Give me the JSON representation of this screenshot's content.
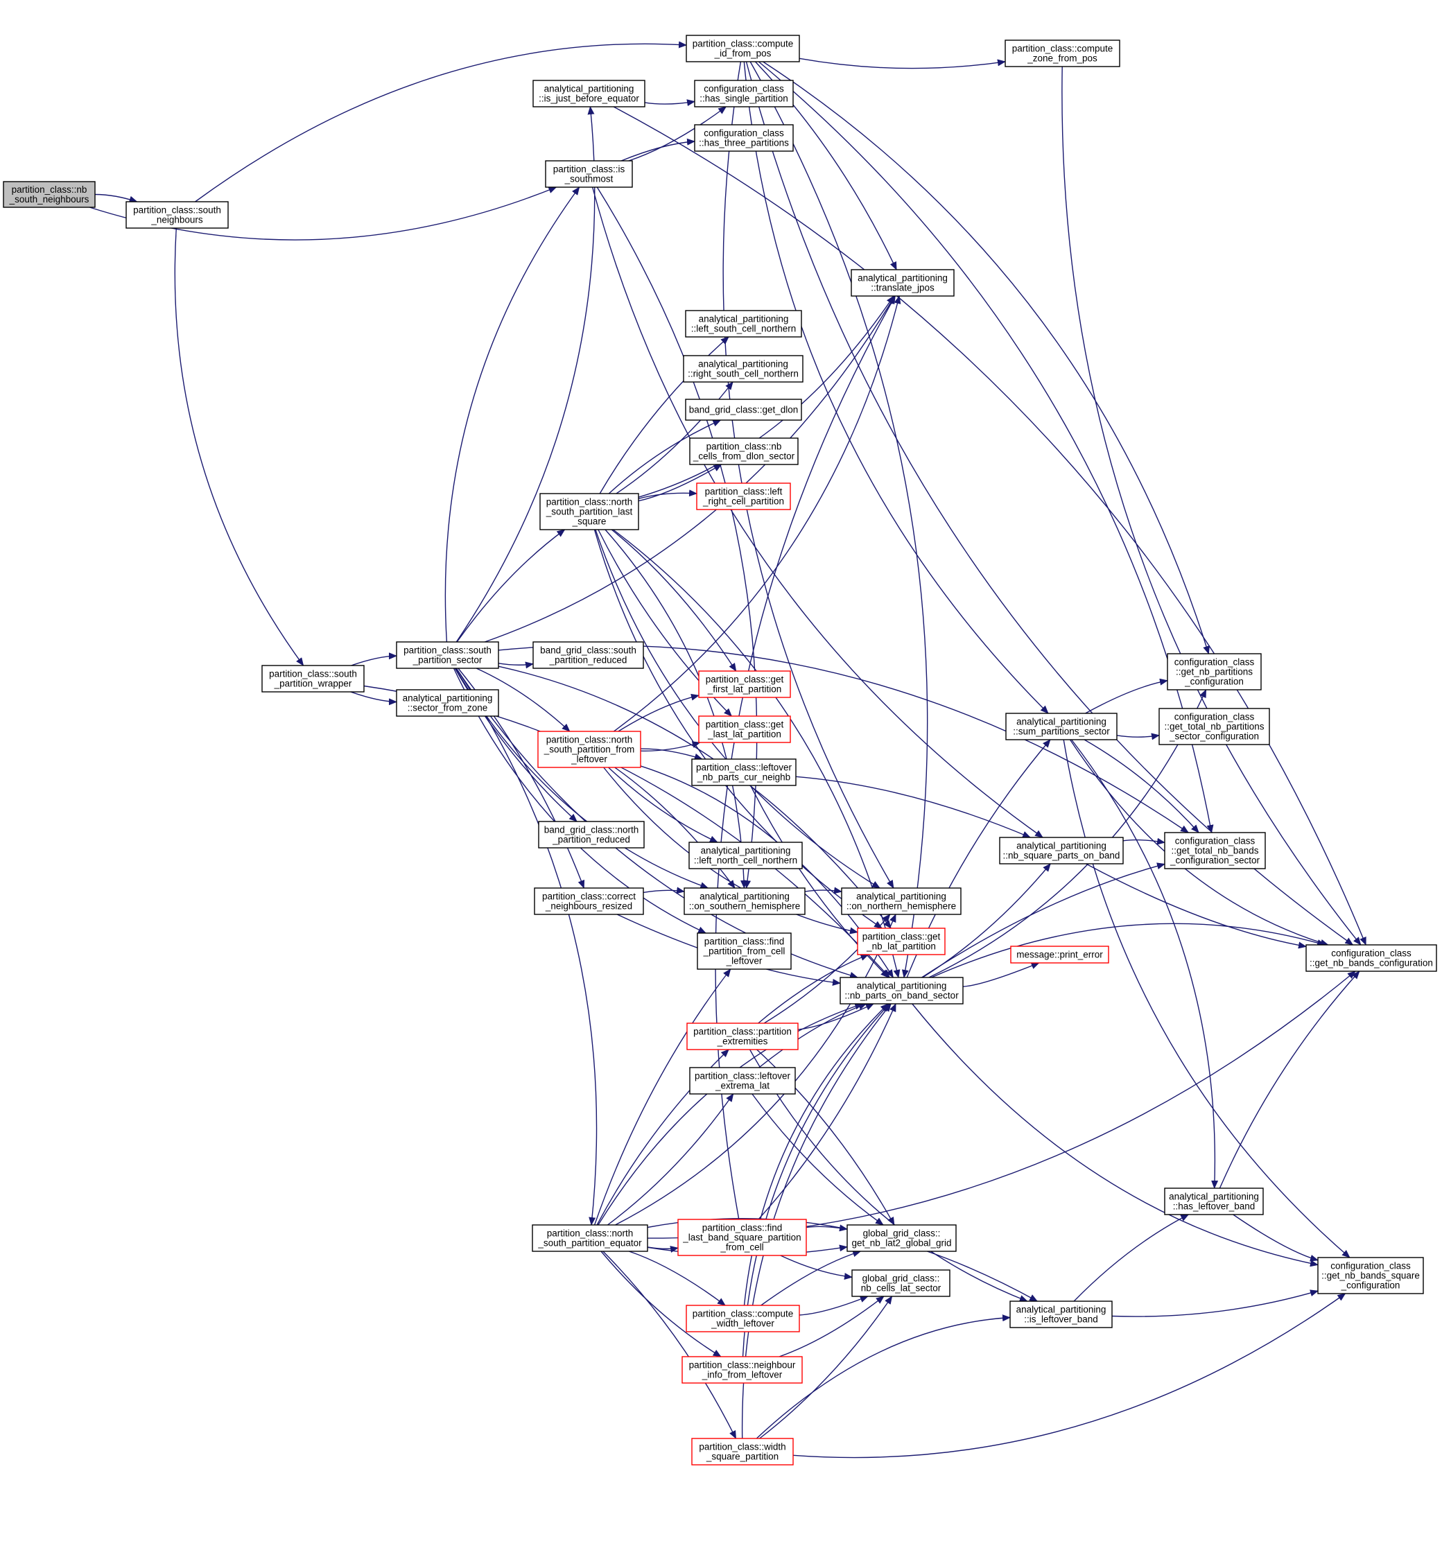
{
  "colors": {
    "edge": "#191970",
    "node_border": "#000000",
    "node_border_incomplete": "#ff0000",
    "root_fill": "#bfbfbf",
    "background": "#ffffff"
  },
  "nodes": [
    {
      "id": "nb_south_neighbours",
      "lines": [
        "partition_class::nb",
        "_south_neighbours"
      ],
      "style": "root"
    },
    {
      "id": "south_neighbours",
      "lines": [
        "partition_class::south",
        "_neighbours"
      ]
    },
    {
      "id": "south_partition_wrapper",
      "lines": [
        "partition_class::south",
        "_partition_wrapper"
      ]
    },
    {
      "id": "south_partition_sector",
      "lines": [
        "partition_class::south",
        "_partition_sector"
      ]
    },
    {
      "id": "sector_from_zone",
      "lines": [
        "analytical_partitioning",
        "::sector_from_zone"
      ]
    },
    {
      "id": "is_just_before_equator",
      "lines": [
        "analytical_partitioning",
        "::is_just_before_equator"
      ]
    },
    {
      "id": "is_southmost",
      "lines": [
        "partition_class::is",
        "_southmost"
      ]
    },
    {
      "id": "compute_id_from_pos",
      "lines": [
        "partition_class::compute",
        "_id_from_pos"
      ]
    },
    {
      "id": "compute_zone_from_pos",
      "lines": [
        "partition_class::compute",
        "_zone_from_pos"
      ]
    },
    {
      "id": "has_single_partition",
      "lines": [
        "configuration_class",
        "::has_single_partition"
      ]
    },
    {
      "id": "has_three_partitions",
      "lines": [
        "configuration_class",
        "::has_three_partitions"
      ]
    },
    {
      "id": "translate_jpos",
      "lines": [
        "analytical_partitioning",
        "::translate_jpos"
      ]
    },
    {
      "id": "left_south_cell_northern",
      "lines": [
        "analytical_partitioning",
        "::left_south_cell_northern"
      ]
    },
    {
      "id": "right_south_cell_northern",
      "lines": [
        "analytical_partitioning",
        "::right_south_cell_northern"
      ]
    },
    {
      "id": "get_dlon",
      "lines": [
        "band_grid_class::get_dlon"
      ]
    },
    {
      "id": "nb_cells_from_dlon_sector",
      "lines": [
        "partition_class::nb",
        "_cells_from_dlon_sector"
      ]
    },
    {
      "id": "left_right_cell_partition",
      "lines": [
        "partition_class::left",
        "_right_cell_partition"
      ],
      "style": "red"
    },
    {
      "id": "north_south_partition_last_square",
      "lines": [
        "partition_class::north",
        "_south_partition_last",
        "_square"
      ]
    },
    {
      "id": "south_partition_reduced",
      "lines": [
        "band_grid_class::south",
        "_partition_reduced"
      ]
    },
    {
      "id": "get_first_lat_partition",
      "lines": [
        "partition_class::get",
        "_first_lat_partition"
      ],
      "style": "red"
    },
    {
      "id": "get_last_lat_partition",
      "lines": [
        "partition_class::get",
        "_last_lat_partition"
      ],
      "style": "red"
    },
    {
      "id": "north_south_partition_from_leftover",
      "lines": [
        "partition_class::north",
        "_south_partition_from",
        "_leftover"
      ],
      "style": "red"
    },
    {
      "id": "leftover_nb_parts_cur_neighb",
      "lines": [
        "partition_class::leftover",
        "_nb_parts_cur_neighb"
      ]
    },
    {
      "id": "north_partition_reduced",
      "lines": [
        "band_grid_class::north",
        "_partition_reduced"
      ]
    },
    {
      "id": "left_north_cell_northern",
      "lines": [
        "analytical_partitioning",
        "::left_north_cell_northern"
      ]
    },
    {
      "id": "correct_neighbours_resized",
      "lines": [
        "partition_class::correct",
        "_neighbours_resized"
      ]
    },
    {
      "id": "on_southern_hemisphere",
      "lines": [
        "analytical_partitioning",
        "::on_southern_hemisphere"
      ]
    },
    {
      "id": "on_northern_hemisphere",
      "lines": [
        "analytical_partitioning",
        "::on_northern_hemisphere"
      ]
    },
    {
      "id": "find_partition_from_cell_leftover",
      "lines": [
        "partition_class::find",
        "_partition_from_cell",
        "_leftover"
      ]
    },
    {
      "id": "get_nb_lat_partition",
      "lines": [
        "partition_class::get",
        "_nb_lat_partition"
      ],
      "style": "red"
    },
    {
      "id": "nb_parts_on_band_sector",
      "lines": [
        "analytical_partitioning",
        "::nb_parts_on_band_sector"
      ]
    },
    {
      "id": "partition_extremities",
      "lines": [
        "partition_class::partition",
        "_extremities"
      ],
      "style": "red"
    },
    {
      "id": "leftover_extrema_lat",
      "lines": [
        "partition_class::leftover",
        "_extrema_lat"
      ]
    },
    {
      "id": "north_south_partition_equator",
      "lines": [
        "partition_class::north",
        "_south_partition_equator"
      ]
    },
    {
      "id": "find_last_band_square_partition_from_cell",
      "lines": [
        "partition_class::find",
        "_last_band_square_partition",
        "_from_cell"
      ],
      "style": "red"
    },
    {
      "id": "get_nb_lat2_global_grid",
      "lines": [
        "global_grid_class::",
        "get_nb_lat2_global_grid"
      ]
    },
    {
      "id": "nb_cells_lat_sector",
      "lines": [
        "global_grid_class::",
        "nb_cells_lat_sector"
      ]
    },
    {
      "id": "compute_width_leftover",
      "lines": [
        "partition_class::compute",
        "_width_leftover"
      ],
      "style": "red"
    },
    {
      "id": "neighbour_info_from_leftover",
      "lines": [
        "partition_class::neighbour",
        "_info_from_leftover"
      ],
      "style": "red"
    },
    {
      "id": "width_square_partition",
      "lines": [
        "partition_class::width",
        "_square_partition"
      ],
      "style": "red"
    },
    {
      "id": "get_nb_partitions_configuration",
      "lines": [
        "configuration_class",
        "::get_nb_partitions",
        "_configuration"
      ]
    },
    {
      "id": "sum_partitions_sector",
      "lines": [
        "analytical_partitioning",
        "::sum_partitions_sector"
      ]
    },
    {
      "id": "get_total_nb_partitions_sector_configuration",
      "lines": [
        "configuration_class",
        "::get_total_nb_partitions",
        "_sector_configuration"
      ]
    },
    {
      "id": "nb_square_parts_on_band",
      "lines": [
        "analytical_partitioning",
        "::nb_square_parts_on_band"
      ]
    },
    {
      "id": "get_total_nb_bands_configuration_sector",
      "lines": [
        "configuration_class",
        "::get_total_nb_bands",
        "_configuration_sector"
      ]
    },
    {
      "id": "print_error",
      "lines": [
        "message::print_error"
      ],
      "style": "red"
    },
    {
      "id": "get_nb_bands_configuration",
      "lines": [
        "configuration_class",
        "::get_nb_bands_configuration"
      ]
    },
    {
      "id": "has_leftover_band",
      "lines": [
        "analytical_partitioning",
        "::has_leftover_band"
      ]
    },
    {
      "id": "get_nb_bands_square_configuration",
      "lines": [
        "configuration_class",
        "::get_nb_bands_square",
        "_configuration"
      ]
    },
    {
      "id": "is_leftover_band",
      "lines": [
        "analytical_partitioning",
        "::is_leftover_band"
      ]
    }
  ],
  "edges": [
    [
      "nb_south_neighbours",
      "south_neighbours"
    ],
    [
      "nb_south_neighbours",
      "is_southmost"
    ],
    [
      "south_neighbours",
      "compute_id_from_pos"
    ],
    [
      "south_neighbours",
      "south_partition_wrapper"
    ],
    [
      "south_partition_wrapper",
      "south_partition_sector"
    ],
    [
      "south_partition_wrapper",
      "sector_from_zone"
    ],
    [
      "south_partition_wrapper",
      "nb_parts_on_band_sector"
    ],
    [
      "south_partition_sector",
      "is_just_before_equator"
    ],
    [
      "south_partition_sector",
      "is_southmost"
    ],
    [
      "south_partition_sector",
      "translate_jpos"
    ],
    [
      "south_partition_sector",
      "north_south_partition_last_square"
    ],
    [
      "south_partition_sector",
      "south_partition_reduced"
    ],
    [
      "south_partition_sector",
      "north_south_partition_from_leftover"
    ],
    [
      "south_partition_sector",
      "north_partition_reduced"
    ],
    [
      "south_partition_sector",
      "correct_neighbours_resized"
    ],
    [
      "south_partition_sector",
      "on_southern_hemisphere"
    ],
    [
      "south_partition_sector",
      "north_south_partition_equator"
    ],
    [
      "south_partition_sector",
      "nb_parts_on_band_sector"
    ],
    [
      "south_partition_sector",
      "get_nb_lat_partition"
    ],
    [
      "south_partition_sector",
      "find_partition_from_cell_leftover"
    ],
    [
      "south_partition_sector",
      "get_total_nb_bands_configuration_sector"
    ],
    [
      "is_just_before_equator",
      "has_single_partition"
    ],
    [
      "is_just_before_equator",
      "get_nb_bands_configuration"
    ],
    [
      "is_southmost",
      "has_single_partition"
    ],
    [
      "is_southmost",
      "has_three_partitions"
    ],
    [
      "is_southmost",
      "nb_square_parts_on_band"
    ],
    [
      "is_southmost",
      "on_southern_hemisphere"
    ],
    [
      "compute_id_from_pos",
      "compute_zone_from_pos"
    ],
    [
      "compute_id_from_pos",
      "translate_jpos"
    ],
    [
      "compute_id_from_pos",
      "on_northern_hemisphere"
    ],
    [
      "compute_id_from_pos",
      "get_nb_partitions_configuration"
    ],
    [
      "compute_id_from_pos",
      "sum_partitions_sector"
    ],
    [
      "compute_id_from_pos",
      "get_total_nb_bands_configuration_sector"
    ],
    [
      "compute_id_from_pos",
      "get_nb_bands_configuration"
    ],
    [
      "compute_id_from_pos",
      "nb_parts_on_band_sector"
    ],
    [
      "compute_zone_from_pos",
      "get_nb_bands_configuration"
    ],
    [
      "north_south_partition_last_square",
      "left_south_cell_northern"
    ],
    [
      "north_south_partition_last_square",
      "right_south_cell_northern"
    ],
    [
      "north_south_partition_last_square",
      "get_dlon"
    ],
    [
      "north_south_partition_last_square",
      "nb_cells_from_dlon_sector"
    ],
    [
      "north_south_partition_last_square",
      "left_right_cell_partition"
    ],
    [
      "north_south_partition_last_square",
      "translate_jpos"
    ],
    [
      "north_south_partition_last_square",
      "get_first_lat_partition"
    ],
    [
      "north_south_partition_last_square",
      "get_last_lat_partition"
    ],
    [
      "north_south_partition_last_square",
      "on_southern_hemisphere"
    ],
    [
      "north_south_partition_last_square",
      "on_northern_hemisphere"
    ],
    [
      "north_south_partition_last_square",
      "nb_parts_on_band_sector"
    ],
    [
      "north_south_partition_last_square",
      "get_nb_lat_partition"
    ],
    [
      "north_south_partition_from_leftover",
      "get_first_lat_partition"
    ],
    [
      "north_south_partition_from_leftover",
      "get_last_lat_partition"
    ],
    [
      "north_south_partition_from_leftover",
      "leftover_nb_parts_cur_neighb"
    ],
    [
      "north_south_partition_from_leftover",
      "left_north_cell_northern"
    ],
    [
      "north_south_partition_from_leftover",
      "on_southern_hemisphere"
    ],
    [
      "north_south_partition_from_leftover",
      "translate_jpos"
    ],
    [
      "north_south_partition_from_leftover",
      "nb_parts_on_band_sector"
    ],
    [
      "north_south_partition_from_leftover",
      "get_nb_lat_partition"
    ],
    [
      "leftover_nb_parts_cur_neighb",
      "nb_square_parts_on_band"
    ],
    [
      "leftover_nb_parts_cur_neighb",
      "nb_parts_on_band_sector"
    ],
    [
      "correct_neighbours_resized",
      "on_southern_hemisphere"
    ],
    [
      "correct_neighbours_resized",
      "nb_parts_on_band_sector"
    ],
    [
      "on_southern_hemisphere",
      "on_northern_hemisphere"
    ],
    [
      "partition_extremities",
      "on_northern_hemisphere"
    ],
    [
      "partition_extremities",
      "get_nb_lat_partition"
    ],
    [
      "partition_extremities",
      "nb_parts_on_band_sector"
    ],
    [
      "partition_extremities",
      "get_nb_lat2_global_grid"
    ],
    [
      "partition_extremities",
      "is_leftover_band"
    ],
    [
      "leftover_extrema_lat",
      "nb_parts_on_band_sector"
    ],
    [
      "leftover_extrema_lat",
      "get_nb_lat2_global_grid"
    ],
    [
      "north_south_partition_equator",
      "partition_extremities"
    ],
    [
      "north_south_partition_equator",
      "leftover_extrema_lat"
    ],
    [
      "north_south_partition_equator",
      "find_partition_from_cell_leftover"
    ],
    [
      "north_south_partition_equator",
      "find_last_band_square_partition_from_cell"
    ],
    [
      "north_south_partition_equator",
      "compute_width_leftover"
    ],
    [
      "north_south_partition_equator",
      "neighbour_info_from_leftover"
    ],
    [
      "north_south_partition_equator",
      "width_square_partition"
    ],
    [
      "north_south_partition_equator",
      "get_nb_lat2_global_grid"
    ],
    [
      "north_south_partition_equator",
      "nb_parts_on_band_sector"
    ],
    [
      "north_south_partition_equator",
      "on_northern_hemisphere"
    ],
    [
      "north_south_partition_equator",
      "is_leftover_band"
    ],
    [
      "north_south_partition_equator",
      "get_nb_bands_configuration"
    ],
    [
      "find_last_band_square_partition_from_cell",
      "get_nb_lat2_global_grid"
    ],
    [
      "find_last_band_square_partition_from_cell",
      "nb_cells_lat_sector"
    ],
    [
      "find_last_band_square_partition_from_cell",
      "translate_jpos"
    ],
    [
      "find_last_band_square_partition_from_cell",
      "nb_parts_on_band_sector"
    ],
    [
      "compute_width_leftover",
      "get_nb_lat2_global_grid"
    ],
    [
      "compute_width_leftover",
      "nb_cells_lat_sector"
    ],
    [
      "compute_width_leftover",
      "nb_parts_on_band_sector"
    ],
    [
      "neighbour_info_from_leftover",
      "nb_cells_lat_sector"
    ],
    [
      "neighbour_info_from_leftover",
      "nb_parts_on_band_sector"
    ],
    [
      "width_square_partition",
      "nb_cells_lat_sector"
    ],
    [
      "width_square_partition",
      "is_leftover_band"
    ],
    [
      "width_square_partition",
      "get_nb_bands_square_configuration"
    ],
    [
      "width_square_partition",
      "nb_parts_on_band_sector"
    ],
    [
      "nb_parts_on_band_sector",
      "print_error"
    ],
    [
      "nb_parts_on_band_sector",
      "get_nb_bands_configuration"
    ],
    [
      "nb_parts_on_band_sector",
      "nb_square_parts_on_band"
    ],
    [
      "nb_parts_on_band_sector",
      "sum_partitions_sector"
    ],
    [
      "nb_parts_on_band_sector",
      "get_nb_partitions_configuration"
    ],
    [
      "nb_parts_on_band_sector",
      "get_total_nb_bands_configuration_sector"
    ],
    [
      "nb_parts_on_band_sector",
      "get_nb_bands_square_configuration"
    ],
    [
      "sum_partitions_sector",
      "get_nb_partitions_configuration"
    ],
    [
      "sum_partitions_sector",
      "get_total_nb_partitions_sector_configuration"
    ],
    [
      "sum_partitions_sector",
      "get_total_nb_bands_configuration_sector"
    ],
    [
      "sum_partitions_sector",
      "get_nb_bands_configuration"
    ],
    [
      "sum_partitions_sector",
      "has_leftover_band"
    ],
    [
      "sum_partitions_sector",
      "get_nb_bands_square_configuration"
    ],
    [
      "nb_square_parts_on_band",
      "get_total_nb_bands_configuration_sector"
    ],
    [
      "nb_square_parts_on_band",
      "get_nb_bands_configuration"
    ],
    [
      "has_leftover_band",
      "get_nb_bands_configuration"
    ],
    [
      "has_leftover_band",
      "get_nb_bands_square_configuration"
    ],
    [
      "is_leftover_band",
      "has_leftover_band"
    ],
    [
      "is_leftover_band",
      "get_nb_bands_square_configuration"
    ]
  ]
}
